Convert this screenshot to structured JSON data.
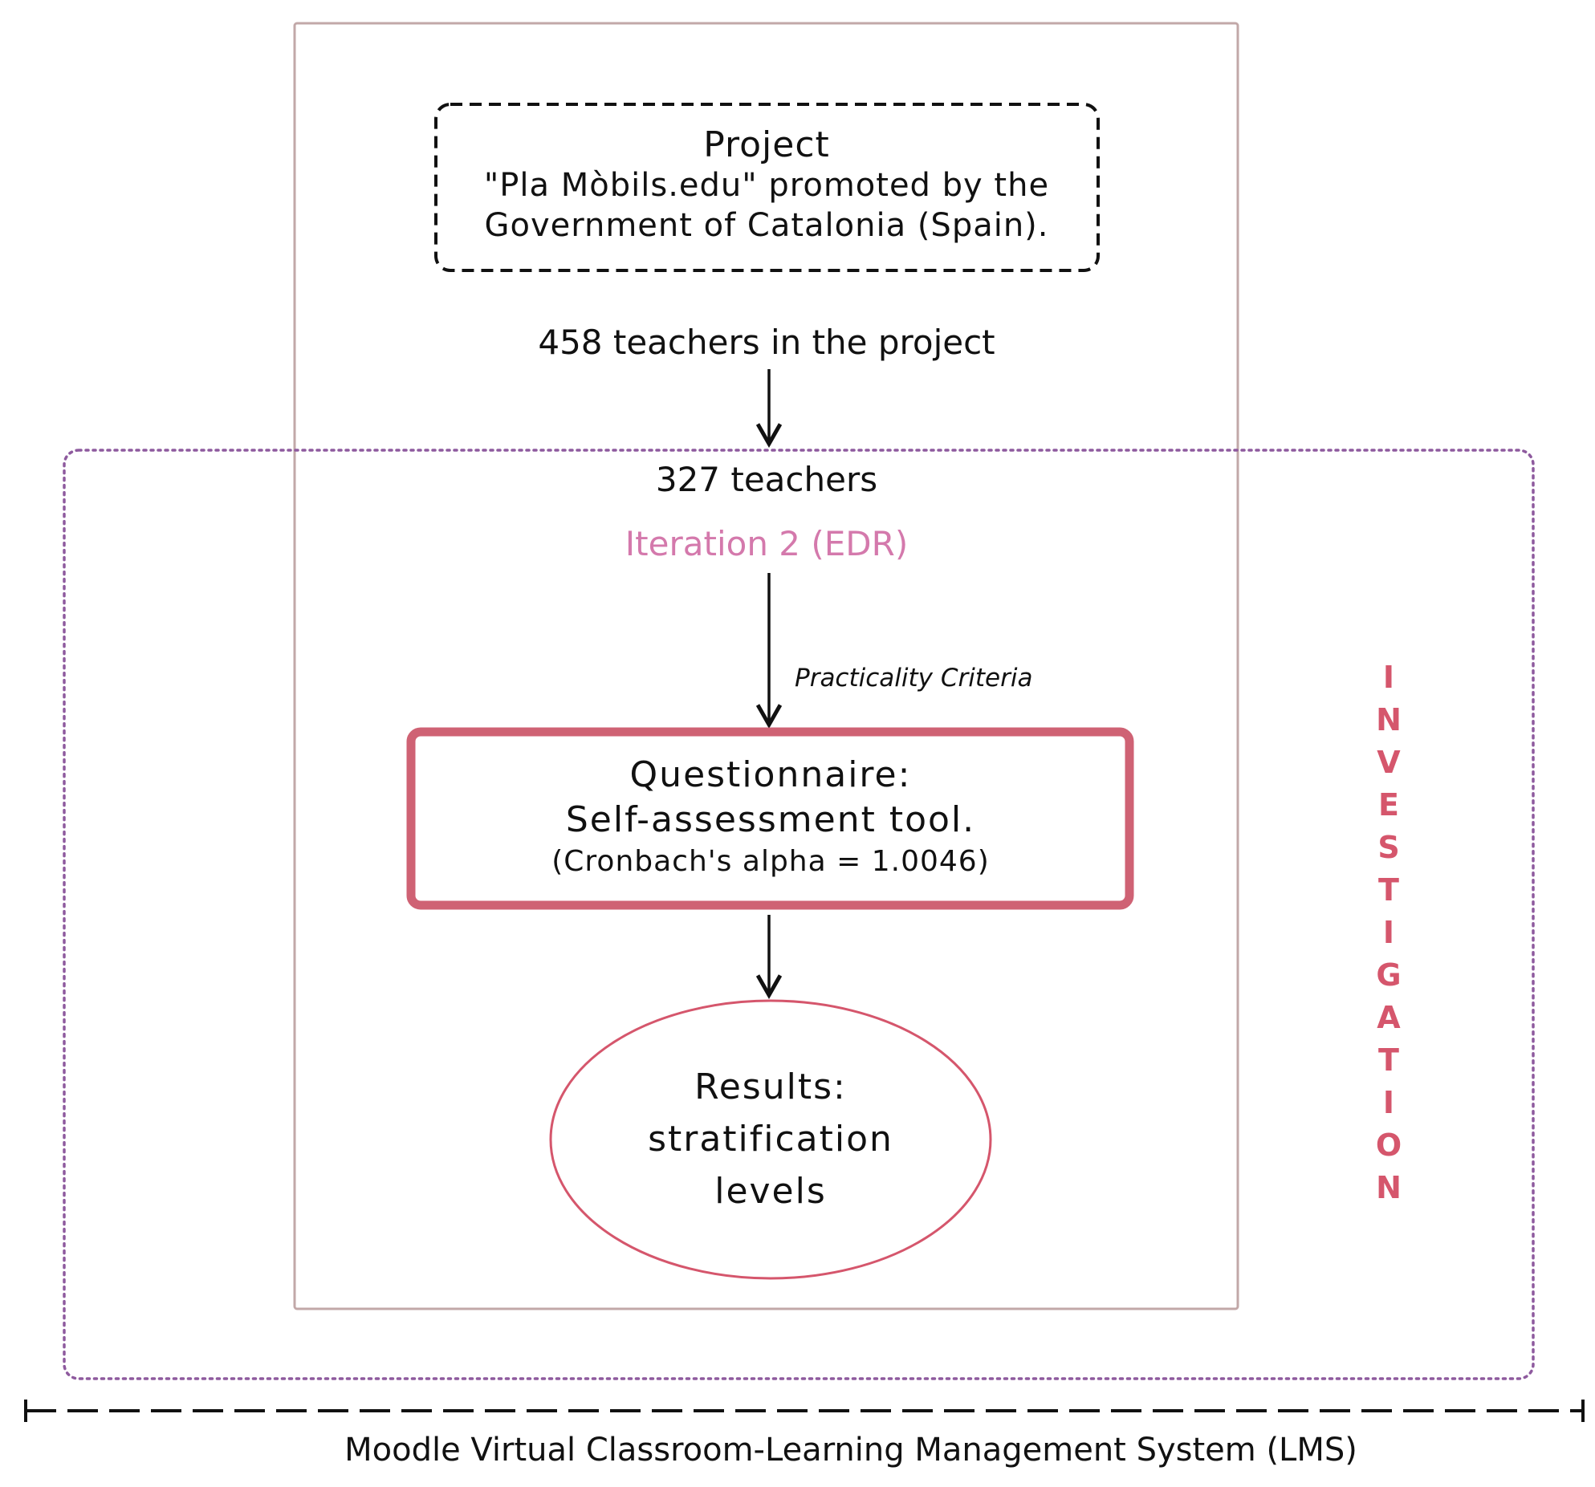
{
  "colors": {
    "outer_box_border": "#c2a8a8",
    "investigation_border": "#8e5a9e",
    "iteration_text": "#d479ac",
    "questionnaire_border": "#cf6274",
    "results_border": "#d5566c",
    "investigation_text": "#d5566c",
    "arrow": "#111111",
    "text": "#111111"
  },
  "project": {
    "title": "Project",
    "line1": "\"Pla Mòbils.edu\" promoted by the",
    "line2": "Government of Catalonia (Spain)."
  },
  "teachers_in_project": "458 teachers in the project",
  "teachers_count": "327 teachers",
  "iteration": "Iteration 2 (EDR)",
  "criteria": "Practicality Criteria",
  "questionnaire": {
    "title": "Questionnaire:",
    "subtitle": "Self-assessment tool.",
    "note": "(Cronbach's alpha = 1.0046)"
  },
  "results": {
    "line1": "Results:",
    "line2": "stratification",
    "line3": "levels"
  },
  "investigation_label": [
    "I",
    "N",
    "V",
    "E",
    "S",
    "T",
    "I",
    "G",
    "A",
    "T",
    "I",
    "O",
    "N"
  ],
  "lms_label": "Moodle Virtual Classroom-Learning Management System (LMS)"
}
